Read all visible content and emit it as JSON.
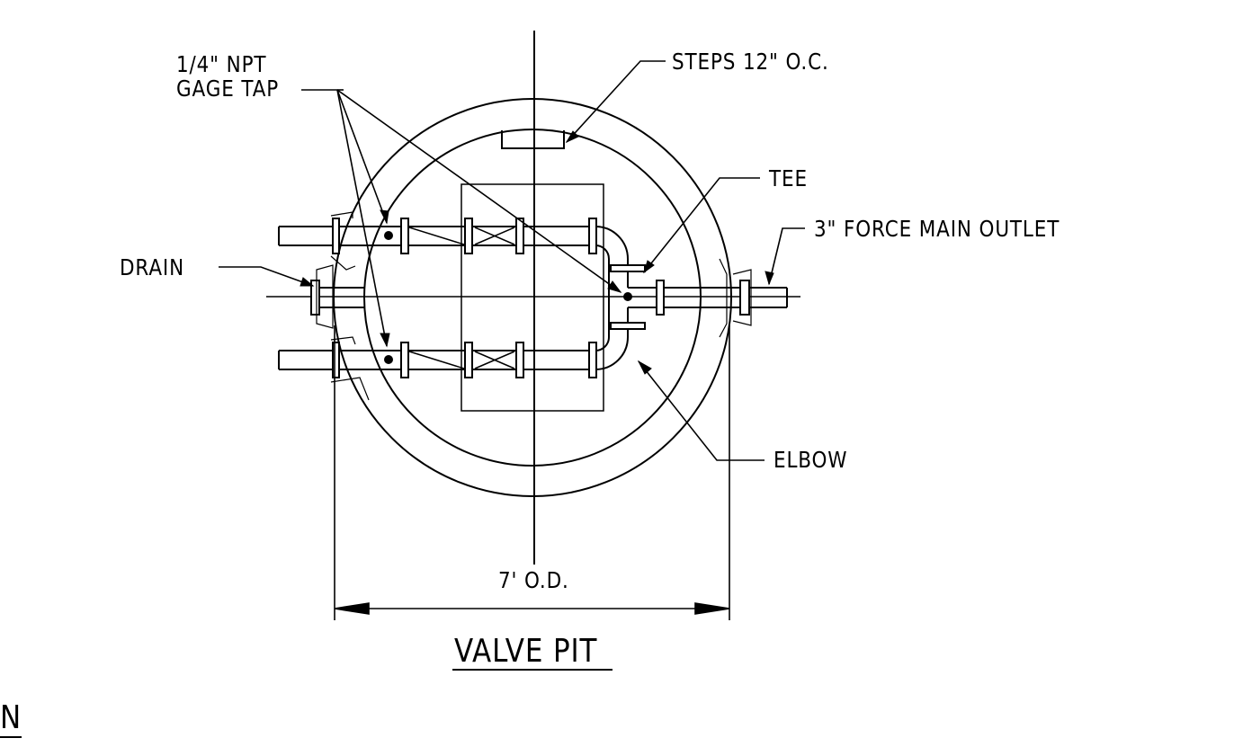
{
  "drawing": {
    "title": "VALVE PIT",
    "partial_title": "AN",
    "labels": {
      "gage_tap_line1": "1/4\" NPT",
      "gage_tap_line2": "GAGE TAP",
      "steps": "STEPS 12\" O.C.",
      "tee": "TEE",
      "force_main": "3\" FORCE MAIN OUTLET",
      "drain": "DRAIN",
      "elbow": "ELBOW",
      "dimension": "7' O.D."
    },
    "line_color": "#000000"
  }
}
